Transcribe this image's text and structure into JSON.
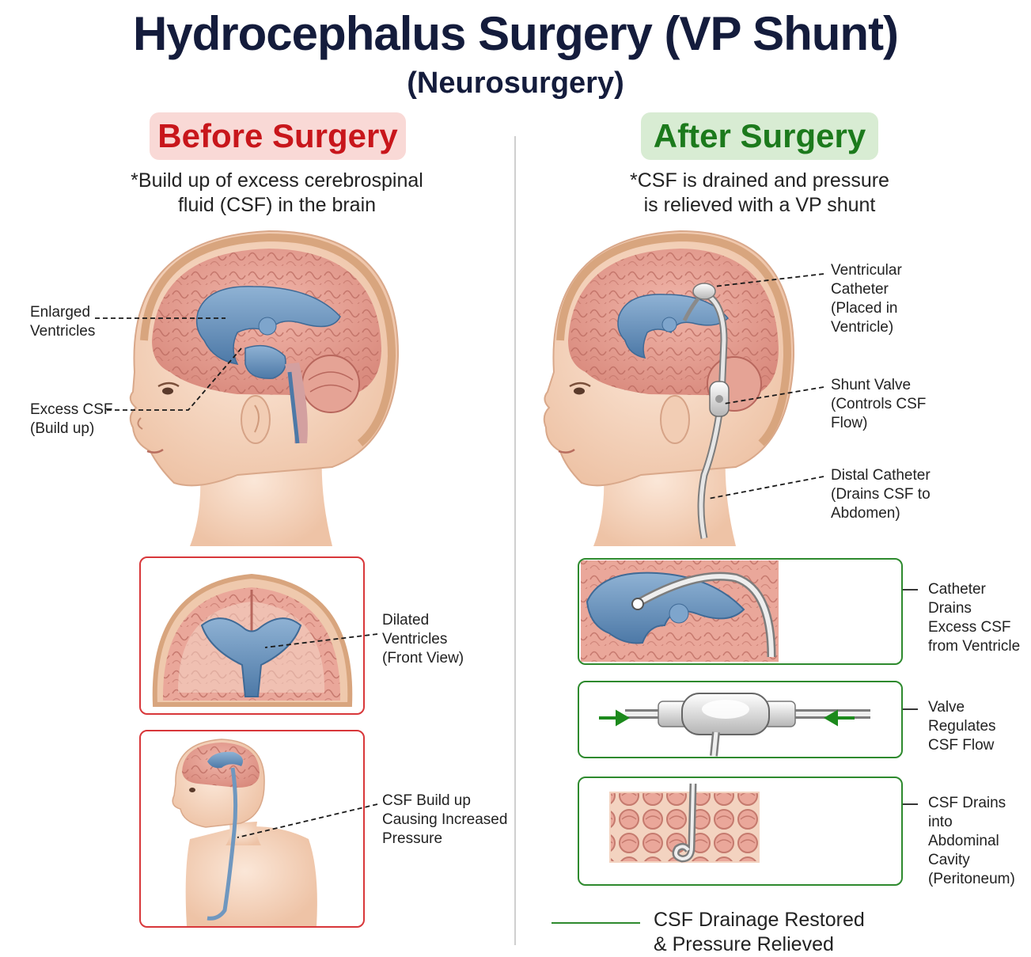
{
  "header": {
    "title": "Hydrocephalus Surgery (VP Shunt)",
    "subtitle": "(Neurosurgery)"
  },
  "before": {
    "heading": "Before Surgery",
    "note_line1": "*Build up of excess cerebrospinal",
    "note_line2": "fluid (CSF) in the brain",
    "labels": {
      "enlarged_ventricles": "Enlarged\nVentricles",
      "excess_csf": "Excess CSF\n(Build up)",
      "dilated_ventricles": "Dilated\nVentricles\n(Front View)",
      "increased_pressure": "CSF Build up\nCausing Increased\nPressure"
    }
  },
  "after": {
    "heading": "After Surgery",
    "note_line1": "*CSF is drained and pressure",
    "note_line2": "is relieved with a VP shunt",
    "labels": {
      "ventricular_catheter": "Ventricular\nCatheter\n(Placed in\nVentricle)",
      "shunt_valve": "Shunt Valve\n(Controls CSF\nFlow)",
      "distal_catheter": "Distal Catheter\n(Drains CSF to\nAbdomen)",
      "catheter_drains": "Catheter Drains\nExcess CSF\nfrom Ventricle",
      "valve_regulates": "Valve Regulates\nCSF Flow",
      "drains_abdomen": "CSF Drains into\nAbdominal Cavity\n(Peritoneum)"
    }
  },
  "footer": {
    "line1": "CSF Drainage Restored",
    "line2": "& Pressure Relieved"
  },
  "colors": {
    "before_accent": "#c8161b",
    "after_accent": "#1c7a1c",
    "brain": "#e9a79b",
    "ventricle": "#6f97bf",
    "skin": "#f6dcc8",
    "title": "#141c3c"
  }
}
